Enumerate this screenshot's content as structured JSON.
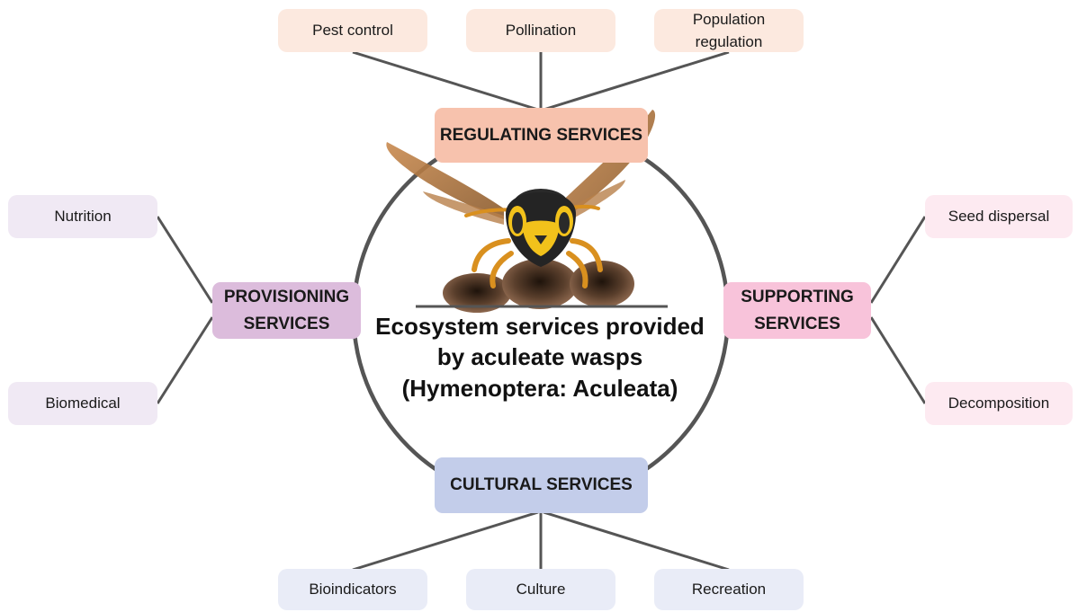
{
  "center": {
    "title_line1": "Ecosystem services provided",
    "title_line2": "by aculeate wasps",
    "title_line3": "(Hymenoptera: Aculeata)"
  },
  "categories": {
    "regulating": {
      "label": "REGULATING SERVICES",
      "color": "#f7c2ad",
      "leaf_color": "#fce9df",
      "items": [
        "Pest control",
        "Pollination"
      ],
      "item3_line1": "Population",
      "item3_line2": "regulation"
    },
    "provisioning": {
      "label_line1": "PROVISIONING",
      "label_line2": "SERVICES",
      "color": "#dcbcdc",
      "leaf_color": "#f0e9f4",
      "items": [
        "Nutrition",
        "Biomedical"
      ]
    },
    "supporting": {
      "label_line1": "SUPPORTING",
      "label_line2": "SERVICES",
      "color": "#f8c3da",
      "leaf_color": "#fdeaf1",
      "items": [
        "Seed dispersal",
        "Decomposition"
      ]
    },
    "cultural": {
      "label": "CULTURAL SERVICES",
      "color": "#c3cdea",
      "leaf_color": "#e9ecf7",
      "items": [
        "Bioindicators",
        "Culture",
        "Recreation"
      ]
    }
  },
  "illustration": {
    "icon": "wasp-icon",
    "nest_icon": "nest-cells-icon"
  }
}
